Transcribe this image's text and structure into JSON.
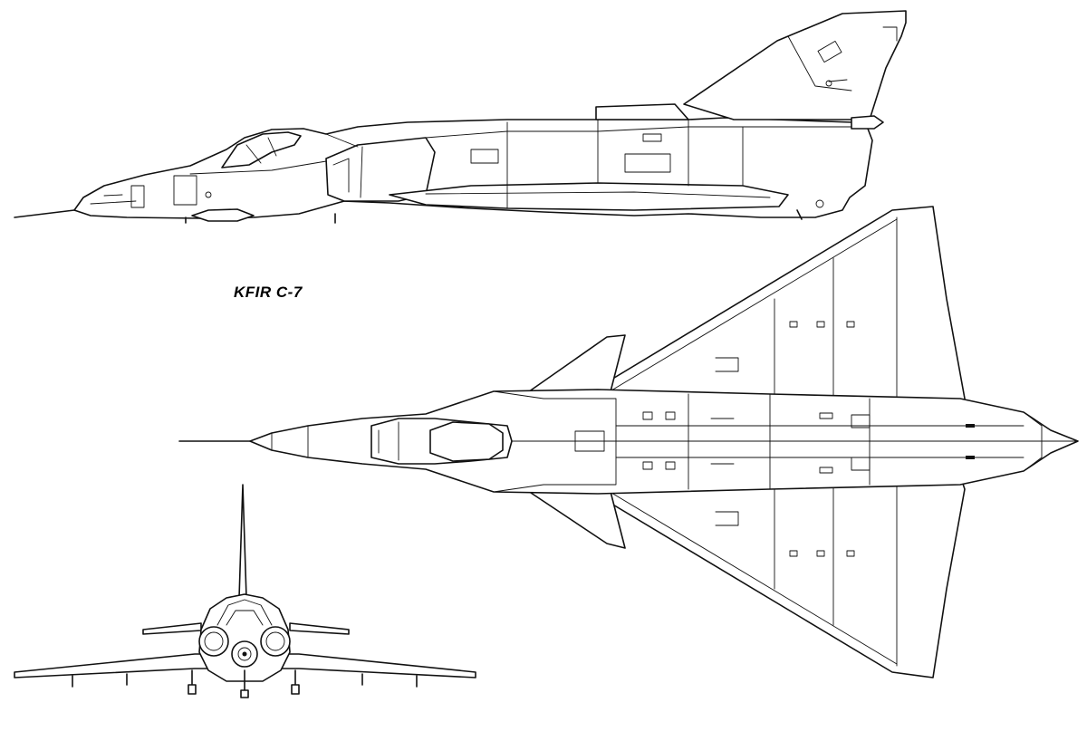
{
  "drawing": {
    "title": "KFIR C-7",
    "views": [
      "side-view",
      "top-view",
      "front-view"
    ],
    "line_color": "#111111",
    "background": "#ffffff"
  }
}
